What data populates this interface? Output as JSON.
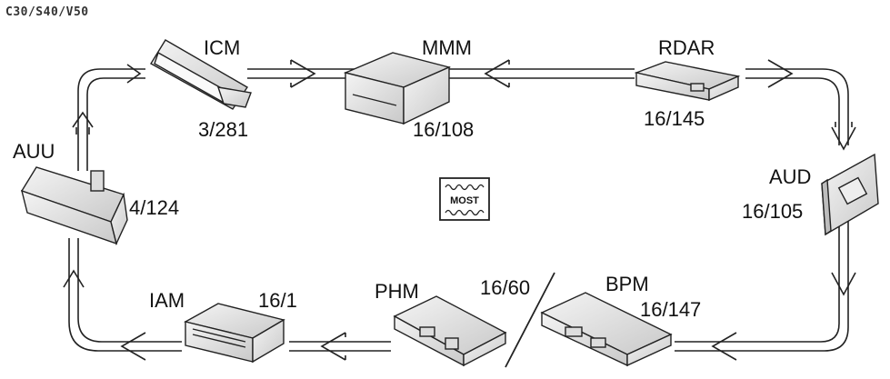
{
  "model": "C30/S40/V50",
  "bus": {
    "label": "MOST"
  },
  "modules": {
    "icm": {
      "name": "ICM",
      "code": "3/281"
    },
    "mmm": {
      "name": "MMM",
      "code": "16/108"
    },
    "rdar": {
      "name": "RDAR",
      "code": "16/145"
    },
    "aud": {
      "name": "AUD",
      "code": "16/105"
    },
    "bpm": {
      "name": "BPM",
      "code": "16/147"
    },
    "phm": {
      "name": "PHM",
      "code": "16/60"
    },
    "iam": {
      "name": "IAM",
      "code": "16/1"
    },
    "auu": {
      "name": "AUU",
      "code": "4/124"
    }
  }
}
